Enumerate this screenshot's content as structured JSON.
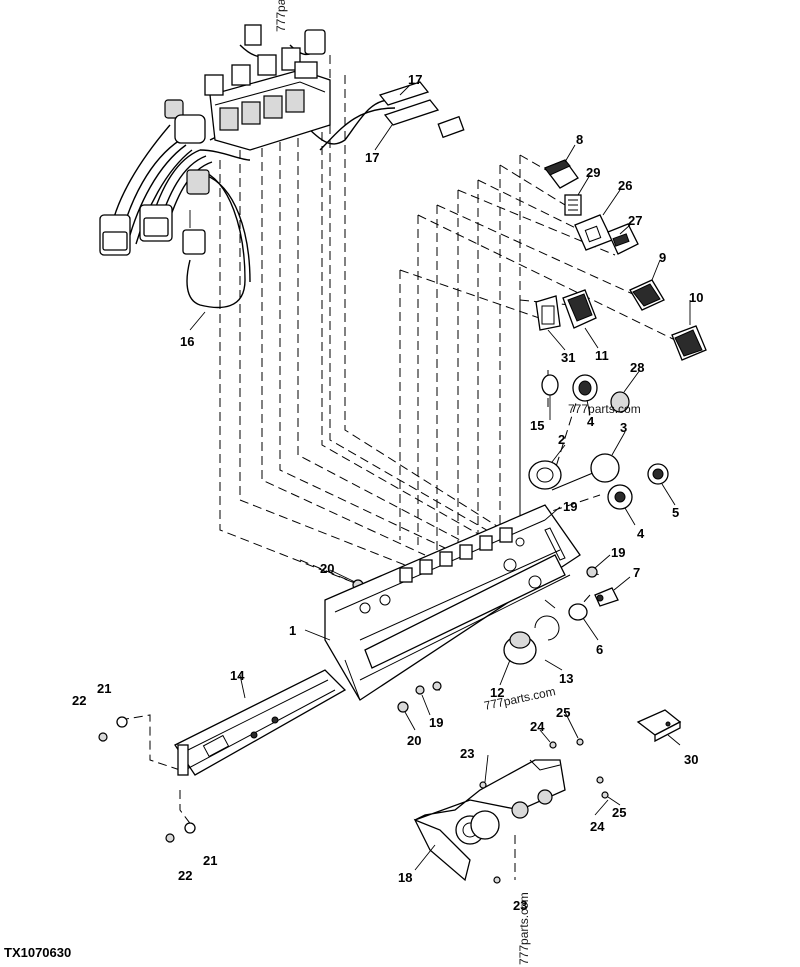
{
  "figure_id": "TX1070630",
  "watermark": "777parts.com",
  "callouts": [
    "1",
    "2",
    "3",
    "4",
    "4",
    "5",
    "6",
    "7",
    "8",
    "9",
    "10",
    "11",
    "12",
    "13",
    "14",
    "15",
    "16",
    "17",
    "17",
    "18",
    "19",
    "19",
    "19",
    "20",
    "20",
    "21",
    "21",
    "22",
    "22",
    "23",
    "23",
    "24",
    "24",
    "25",
    "25",
    "26",
    "27",
    "28",
    "29",
    "30",
    "31"
  ]
}
